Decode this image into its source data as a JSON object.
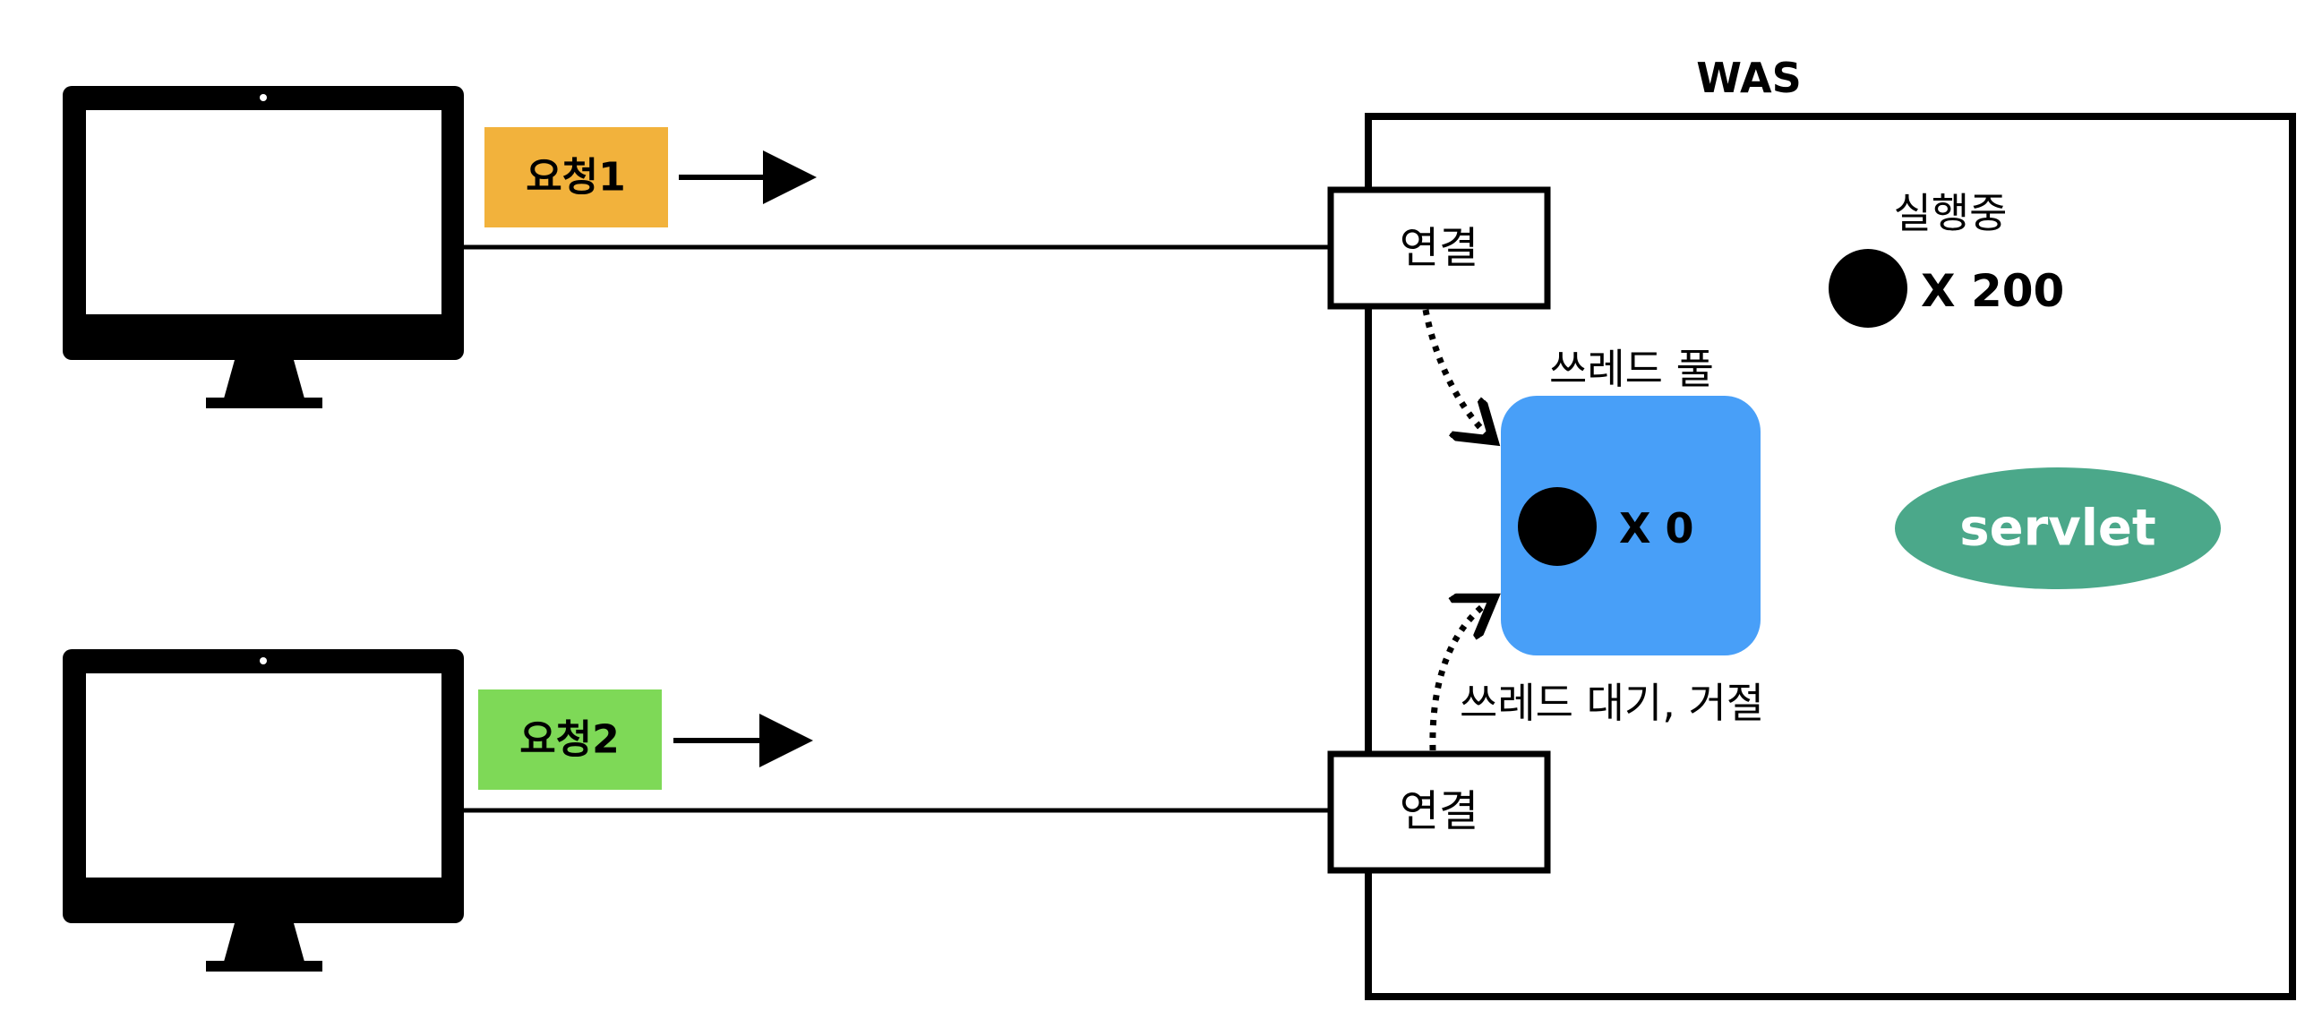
{
  "was": {
    "title": "WAS"
  },
  "requests": [
    {
      "label": "요청1",
      "color": "#F2B23C"
    },
    {
      "label": "요청2",
      "color": "#7ED957"
    }
  ],
  "connections": [
    {
      "label": "연결"
    },
    {
      "label": "연결"
    }
  ],
  "thread_pool": {
    "title": "쓰레드 풀",
    "count_label": "X 0",
    "color": "#489FF8"
  },
  "running": {
    "title": "실행중",
    "count_label": "X 200"
  },
  "servlet": {
    "label": "servlet",
    "color": "#4BA88A"
  },
  "wait_note": "쓰레드 대기, 거절"
}
